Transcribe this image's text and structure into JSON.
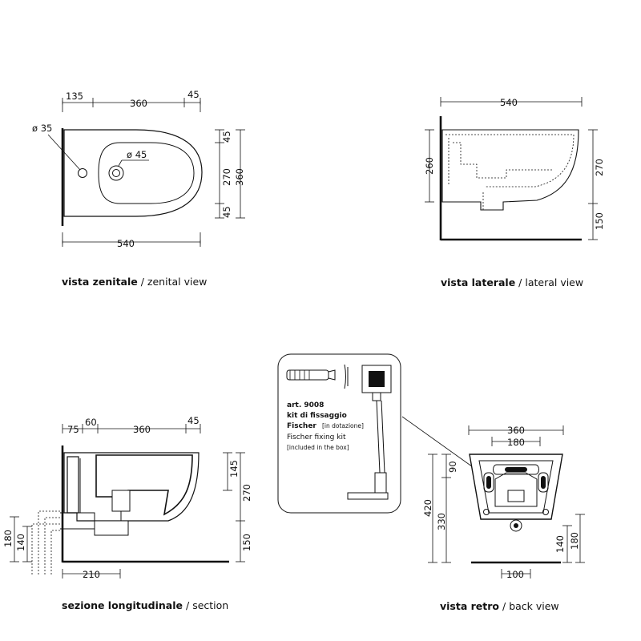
{
  "zenital": {
    "dims": {
      "d135": "135",
      "d360": "360",
      "d45": "45",
      "dia35": "ø 35",
      "dia45": "ø 45",
      "v45a": "45",
      "v270": "270",
      "v360": "360",
      "v45b": "45",
      "d540": "540"
    },
    "caption_bold": "vista zenitale",
    "caption_normal": "zenital view"
  },
  "lateral": {
    "dims": {
      "d540": "540",
      "v260": "260",
      "v270": "270",
      "v150": "150"
    },
    "caption_bold": "vista laterale",
    "caption_normal": "lateral view"
  },
  "section": {
    "dims": {
      "d75": "75",
      "d60": "60",
      "d360": "360",
      "d45": "45",
      "v145": "145",
      "v270": "270",
      "v150": "150",
      "v180": "180",
      "v140": "140",
      "d210": "210"
    },
    "caption_bold": "sezione longitudinale",
    "caption_normal": "section"
  },
  "kit": {
    "line1": "art. 9008",
    "line2": "kit di fissaggio",
    "line3": "Fischer",
    "line3b": "[in dotazione]",
    "line4": "Fischer fixing kit",
    "line5": "[included in the box]"
  },
  "back": {
    "dims": {
      "d360": "360",
      "d180": "180",
      "v90": "90",
      "v420": "420",
      "v330": "330",
      "v140": "140",
      "v180": "180",
      "d100": "100"
    },
    "caption_bold": "vista retro",
    "caption_normal": "back view"
  }
}
